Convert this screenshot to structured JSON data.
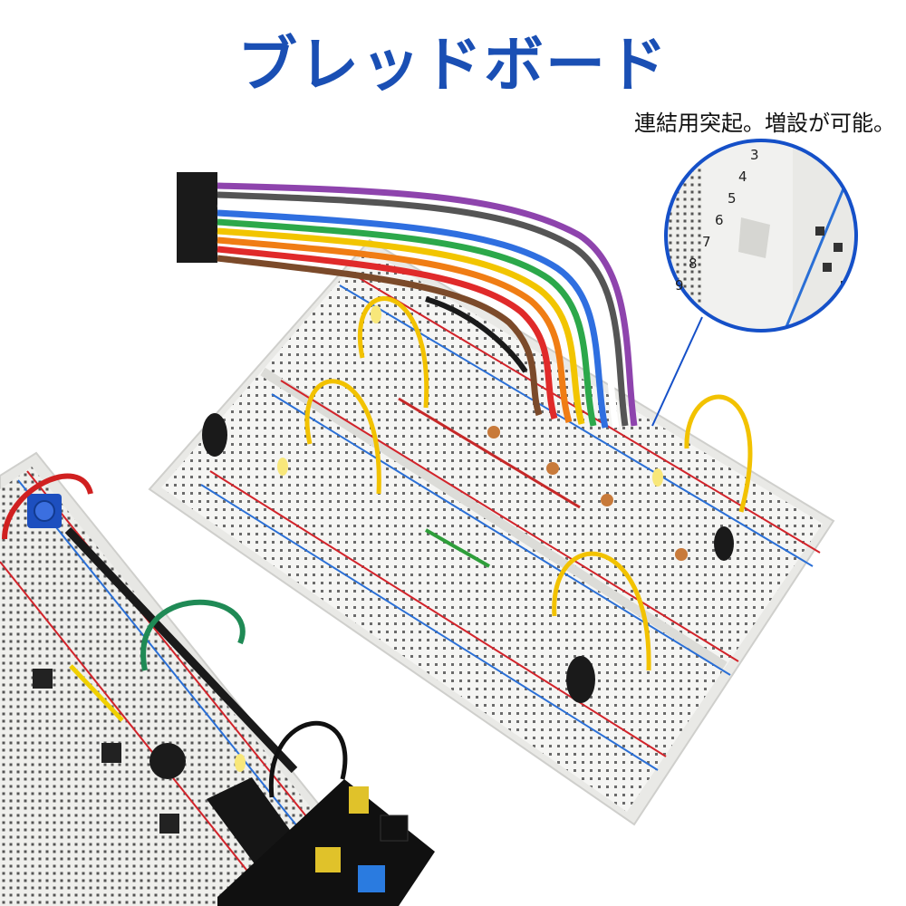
{
  "header": {
    "title": "ブレッドボード",
    "caption": "連結用突起。増設が可能。"
  },
  "zoom_inset": {
    "row_numbers": [
      "3",
      "4",
      "5",
      "6",
      "7",
      "8",
      "9"
    ]
  },
  "colors": {
    "title_blue": "#1a4fb4",
    "board_white": "#f4f4f2",
    "rail_red": "#d2232a",
    "rail_blue": "#2a6fd6",
    "zoom_ring": "#1550c8"
  }
}
